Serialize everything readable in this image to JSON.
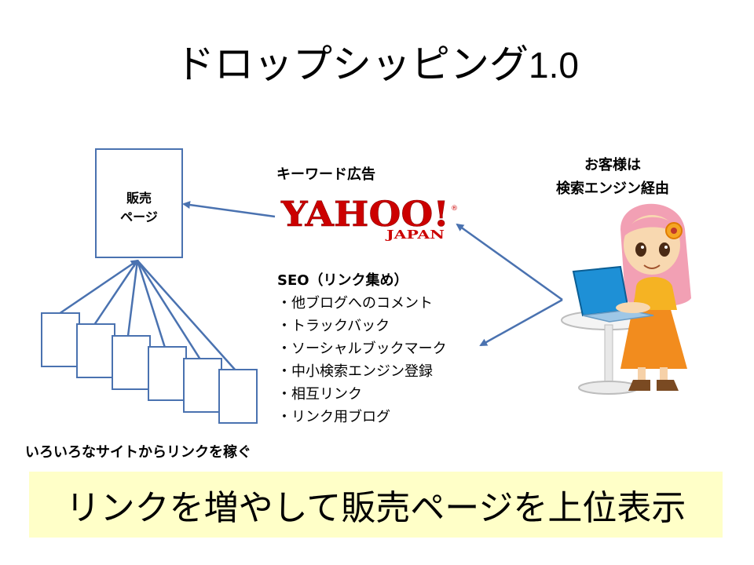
{
  "title": {
    "main": "ドロップシッピング",
    "version": "1.0"
  },
  "sales_page": {
    "line1": "販売",
    "line2": "ページ"
  },
  "keyword_ad": {
    "label": "キーワード広告"
  },
  "yahoo_logo": {
    "text": "YAHOO!",
    "sub": "JAPAN",
    "mark": "®",
    "color": "#cc0000"
  },
  "seo": {
    "heading": "SEO（リンク集め）",
    "items": [
      "・他ブログへのコメント",
      "・トラックバック",
      "・ソーシャルブックマーク",
      "・中小検索エンジン登録",
      "・相互リンク",
      "・リンク用ブログ"
    ]
  },
  "customer": {
    "line1": "お客様は",
    "line2": "検索エンジン経由"
  },
  "sites_caption": "いろいろなサイトからリンクを稼ぐ",
  "banner": "リンクを増やして販売ページを上位表示",
  "colors": {
    "arrow": "#4a72b0",
    "banner_bg": "#ffffc8",
    "hair": "#f2a0b4"
  }
}
